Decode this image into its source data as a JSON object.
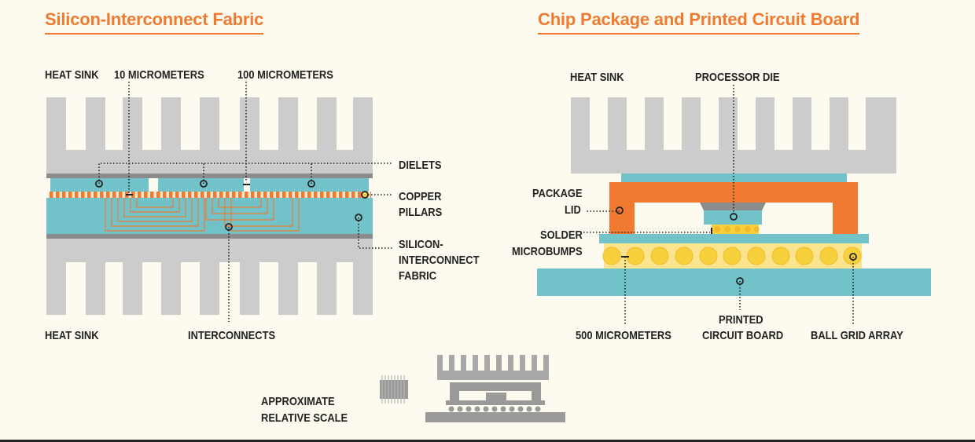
{
  "titles": {
    "left": "Silicon-Interconnect Fabric",
    "right": "Chip Package and Printed Circuit Board"
  },
  "left_labels": {
    "heat_sink_top": "HEAT SINK",
    "ten_micrometers": "10 MICROMETERS",
    "hundred_micrometers": "100 MICROMETERS",
    "dielets": "DIELETS",
    "copper_pillars_1": "COPPER",
    "copper_pillars_2": "PILLARS",
    "sif_1": "SILICON-",
    "sif_2": "INTERCONNECT",
    "sif_3": "FABRIC",
    "heat_sink_bottom": "HEAT SINK",
    "interconnects": "INTERCONNECTS"
  },
  "right_labels": {
    "heat_sink": "HEAT SINK",
    "processor_die": "PROCESSOR DIE",
    "package_lid_1": "PACKAGE",
    "package_lid_2": "LID",
    "solder_1": "SOLDER",
    "solder_2": "MICROBUMPS",
    "five_hundred_micrometers": "500 MICROMETERS",
    "pcb_1": "PRINTED",
    "pcb_2": "CIRCUIT BOARD",
    "bga": "BALL GRID ARRAY"
  },
  "scale": {
    "label_1": "APPROXIMATE",
    "label_2": "RELATIVE SCALE"
  },
  "colors": {
    "background": "#fdfbef",
    "heat_sink": "#cccccc",
    "teal": "#72c3c9",
    "orange": "#ef7a30",
    "solder": "#f7d13c",
    "dark_gray": "#8c8c8c",
    "text": "#222222"
  }
}
